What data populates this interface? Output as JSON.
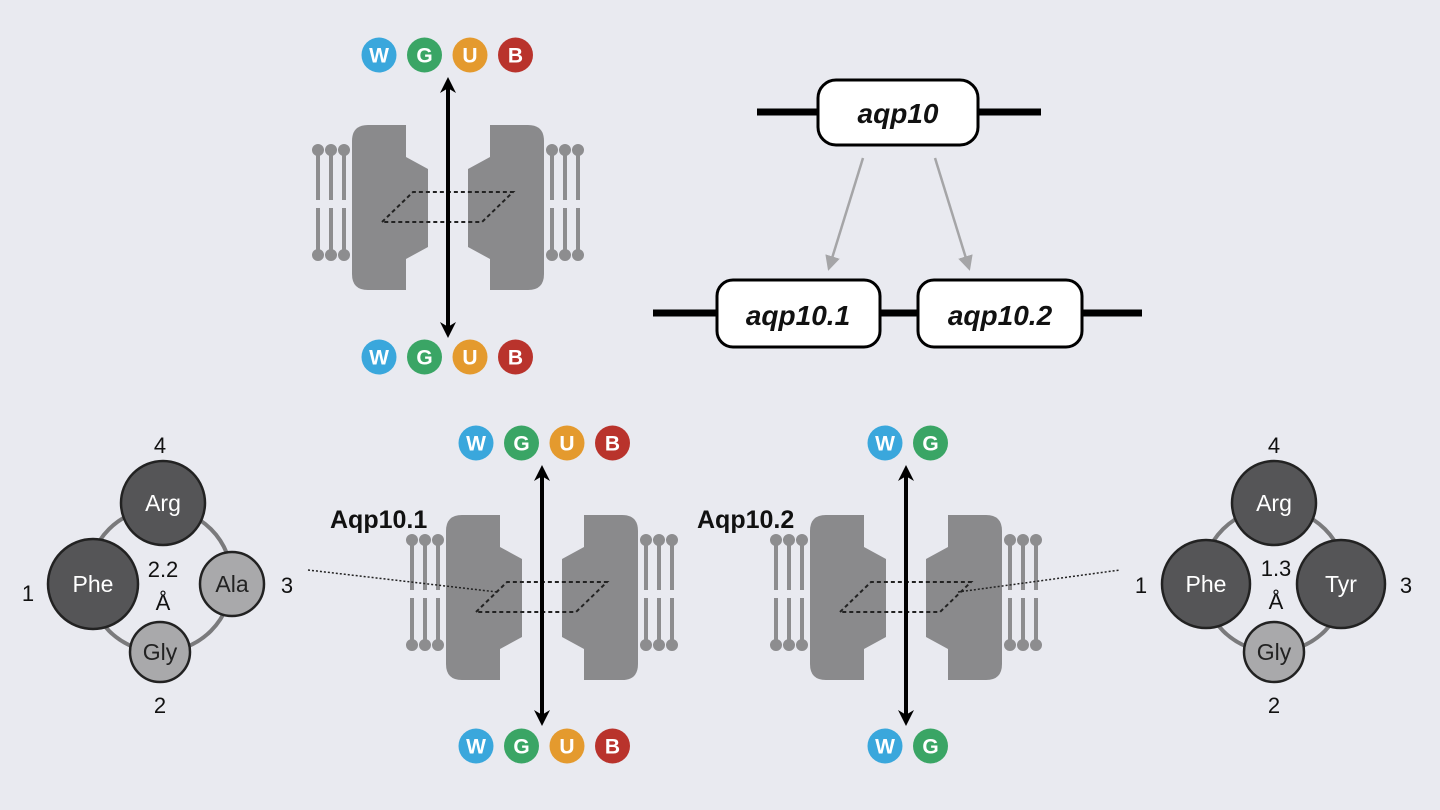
{
  "colors": {
    "W": "#3aa7dc",
    "G": "#3aa565",
    "U": "#e49a2e",
    "B": "#b9332c",
    "protein": "#8a8a8c",
    "residue_dark": "#555557",
    "residue_light": "#a9a9ab"
  },
  "top_channel": {
    "substrates_top": [
      "W",
      "G",
      "U",
      "B"
    ],
    "substrates_bottom": [
      "W",
      "G",
      "U",
      "B"
    ]
  },
  "genes": {
    "parent": "aqp10",
    "children": [
      "aqp10.1",
      "aqp10.2"
    ]
  },
  "aqp10_1": {
    "label": "Aqp10.1",
    "substrates_top": [
      "W",
      "G",
      "U",
      "B"
    ],
    "substrates_bottom": [
      "W",
      "G",
      "U",
      "B"
    ],
    "filter": {
      "residues": {
        "top": "Arg",
        "left": "Phe",
        "right": "Ala",
        "bottom": "Gly"
      },
      "positions": {
        "top": "4",
        "left": "1",
        "right": "3",
        "bottom": "2"
      },
      "diameter": "2.2",
      "unit": "Å"
    }
  },
  "aqp10_2": {
    "label": "Aqp10.2",
    "substrates_top": [
      "W",
      "G"
    ],
    "substrates_bottom": [
      "W",
      "G"
    ],
    "filter": {
      "residues": {
        "top": "Arg",
        "left": "Phe",
        "right": "Tyr",
        "bottom": "Gly"
      },
      "positions": {
        "top": "4",
        "left": "1",
        "right": "3",
        "bottom": "2"
      },
      "diameter": "1.3",
      "unit": "Å"
    }
  }
}
